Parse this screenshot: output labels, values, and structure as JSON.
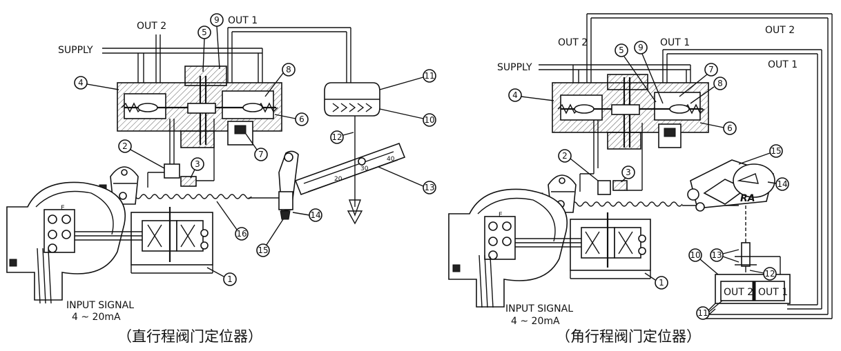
{
  "left": {
    "labels": {
      "out2": "OUT 2",
      "out1": "OUT 1",
      "supply": "SUPPLY",
      "input_signal": "INPUT SIGNAL",
      "input_range": "4 ~ 20mA",
      "e_mark": "E"
    },
    "scale": {
      "t20": "20",
      "t30": "30",
      "t40": "40"
    },
    "caption": "（直行程阀门定位器）",
    "callouts": [
      "1",
      "2",
      "3",
      "4",
      "5",
      "6",
      "7",
      "8",
      "9",
      "10",
      "11",
      "12",
      "13",
      "14",
      "15",
      "16"
    ]
  },
  "right": {
    "labels": {
      "out2": "OUT 2",
      "out1": "OUT 1",
      "out2_far": "OUT 2",
      "out1_far": "OUT 1",
      "supply": "SUPPLY",
      "input_signal": "INPUT SIGNAL",
      "input_range": "4 ~ 20mA",
      "box_out2": "OUT 2",
      "box_out1": "OUT 1",
      "ra": "RA",
      "e_mark": "E"
    },
    "caption": "（角行程阀门定位器）",
    "callouts": [
      "1",
      "2",
      "3",
      "4",
      "5",
      "6",
      "7",
      "8",
      "9",
      "10",
      "11",
      "12",
      "13",
      "14",
      "15"
    ]
  }
}
